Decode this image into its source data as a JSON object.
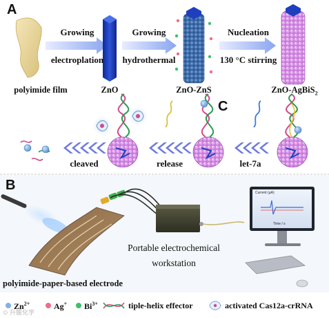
{
  "panel_a": {
    "letter": "A",
    "steps": [
      {
        "top": "Growing",
        "bottom": "electroplation"
      },
      {
        "top": "Growing",
        "bottom": "hydrothermal"
      },
      {
        "top": "Nucleation",
        "bottom": "130 °C stirring"
      }
    ],
    "products": {
      "film": "polyimide film",
      "zno": "ZnO",
      "zno_zns": "ZnO-ZnS",
      "agbis_main": "ZnO-AgBiS",
      "agbis_sub": "2"
    }
  },
  "panel_c": {
    "letter": "C",
    "steps": [
      "cleaved",
      "release",
      "let-7a"
    ]
  },
  "panel_b": {
    "letter": "B",
    "workstation_line1": "Portable electrochemical",
    "workstation_line2": "workstation",
    "electrode": "polyimide-paper-based electrode",
    "screen_ylabel": "Current (µA)",
    "screen_xlabel": "Time / s"
  },
  "legend": {
    "zn_main": "Zn",
    "zn_sup": "2+",
    "ag_main": "Ag",
    "ag_sup": "+",
    "bi_main": "Bi",
    "bi_sup": "3+",
    "triple": "tiple-helix effector",
    "cas": "activated Cas12a-crRNA"
  },
  "watermark": "⊙ 升媛化学",
  "colors": {
    "zno_rod": "#1f3fbf",
    "sphere": "#c77ad8",
    "arrow": "#8aa6f0",
    "chevron": "#6f79e0",
    "zn_dot": "#7fb2e8",
    "ag_dot": "#f06c8a",
    "bi_dot": "#3cc06a"
  }
}
